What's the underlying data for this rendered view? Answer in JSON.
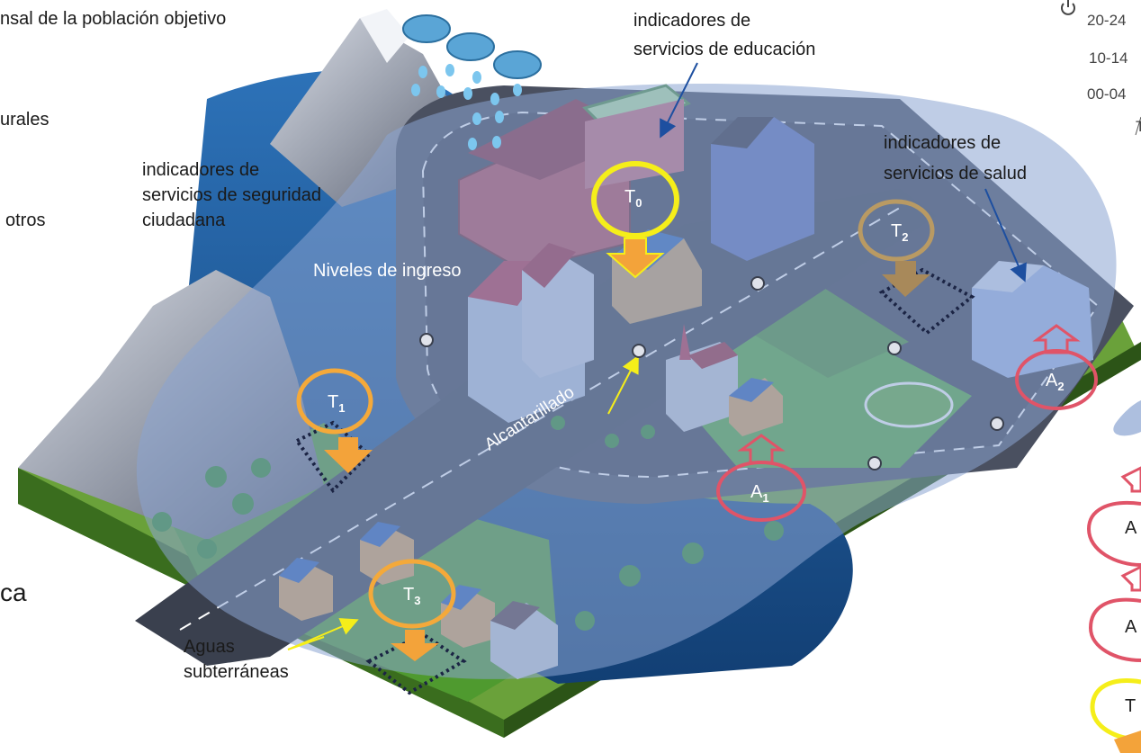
{
  "labels": {
    "top_left_fragment": "nsal de la población objetivo",
    "left_fragment_1": "urales",
    "left_fragment_2": "otros",
    "left_fragment_3": "ca",
    "seguridad": [
      "indicadores de",
      "servicios de seguridad",
      "ciudadana"
    ],
    "educacion": [
      "indicadores de",
      "servicios de educación"
    ],
    "salud": [
      "indicadores de",
      "servicios de salud"
    ],
    "ingreso": "Niveles de ingreso",
    "alcantarillado": "Alcantarillado",
    "aguas": [
      "Aguas",
      "subterráneas"
    ]
  },
  "age_scale": [
    "20-24",
    "10-14",
    "00-04"
  ],
  "age_scale_fragment": "T",
  "markers": {
    "T0": {
      "letter": "T",
      "sub": "0"
    },
    "T1": {
      "letter": "T",
      "sub": "1"
    },
    "T2": {
      "letter": "T",
      "sub": "2"
    },
    "T3": {
      "letter": "T",
      "sub": "3"
    },
    "A1": {
      "letter": "A",
      "sub": "1"
    },
    "A2": {
      "letter": "A",
      "sub": "2"
    }
  },
  "legend": [
    "A",
    "A",
    "T"
  ],
  "colors": {
    "yellow_ring": "#f5ee1a",
    "orange_ring": "#f4a93a",
    "tan_ring": "#b99a63",
    "red_ring": "#e05468",
    "arrow_orange": "#f3a33a",
    "overlay_blue": "#8aa4d1",
    "grass": "#5fae3a",
    "road": "#3c4250",
    "water": "#1c5a99"
  },
  "icons": [
    "rain-cloud-icon",
    "power-icon"
  ]
}
